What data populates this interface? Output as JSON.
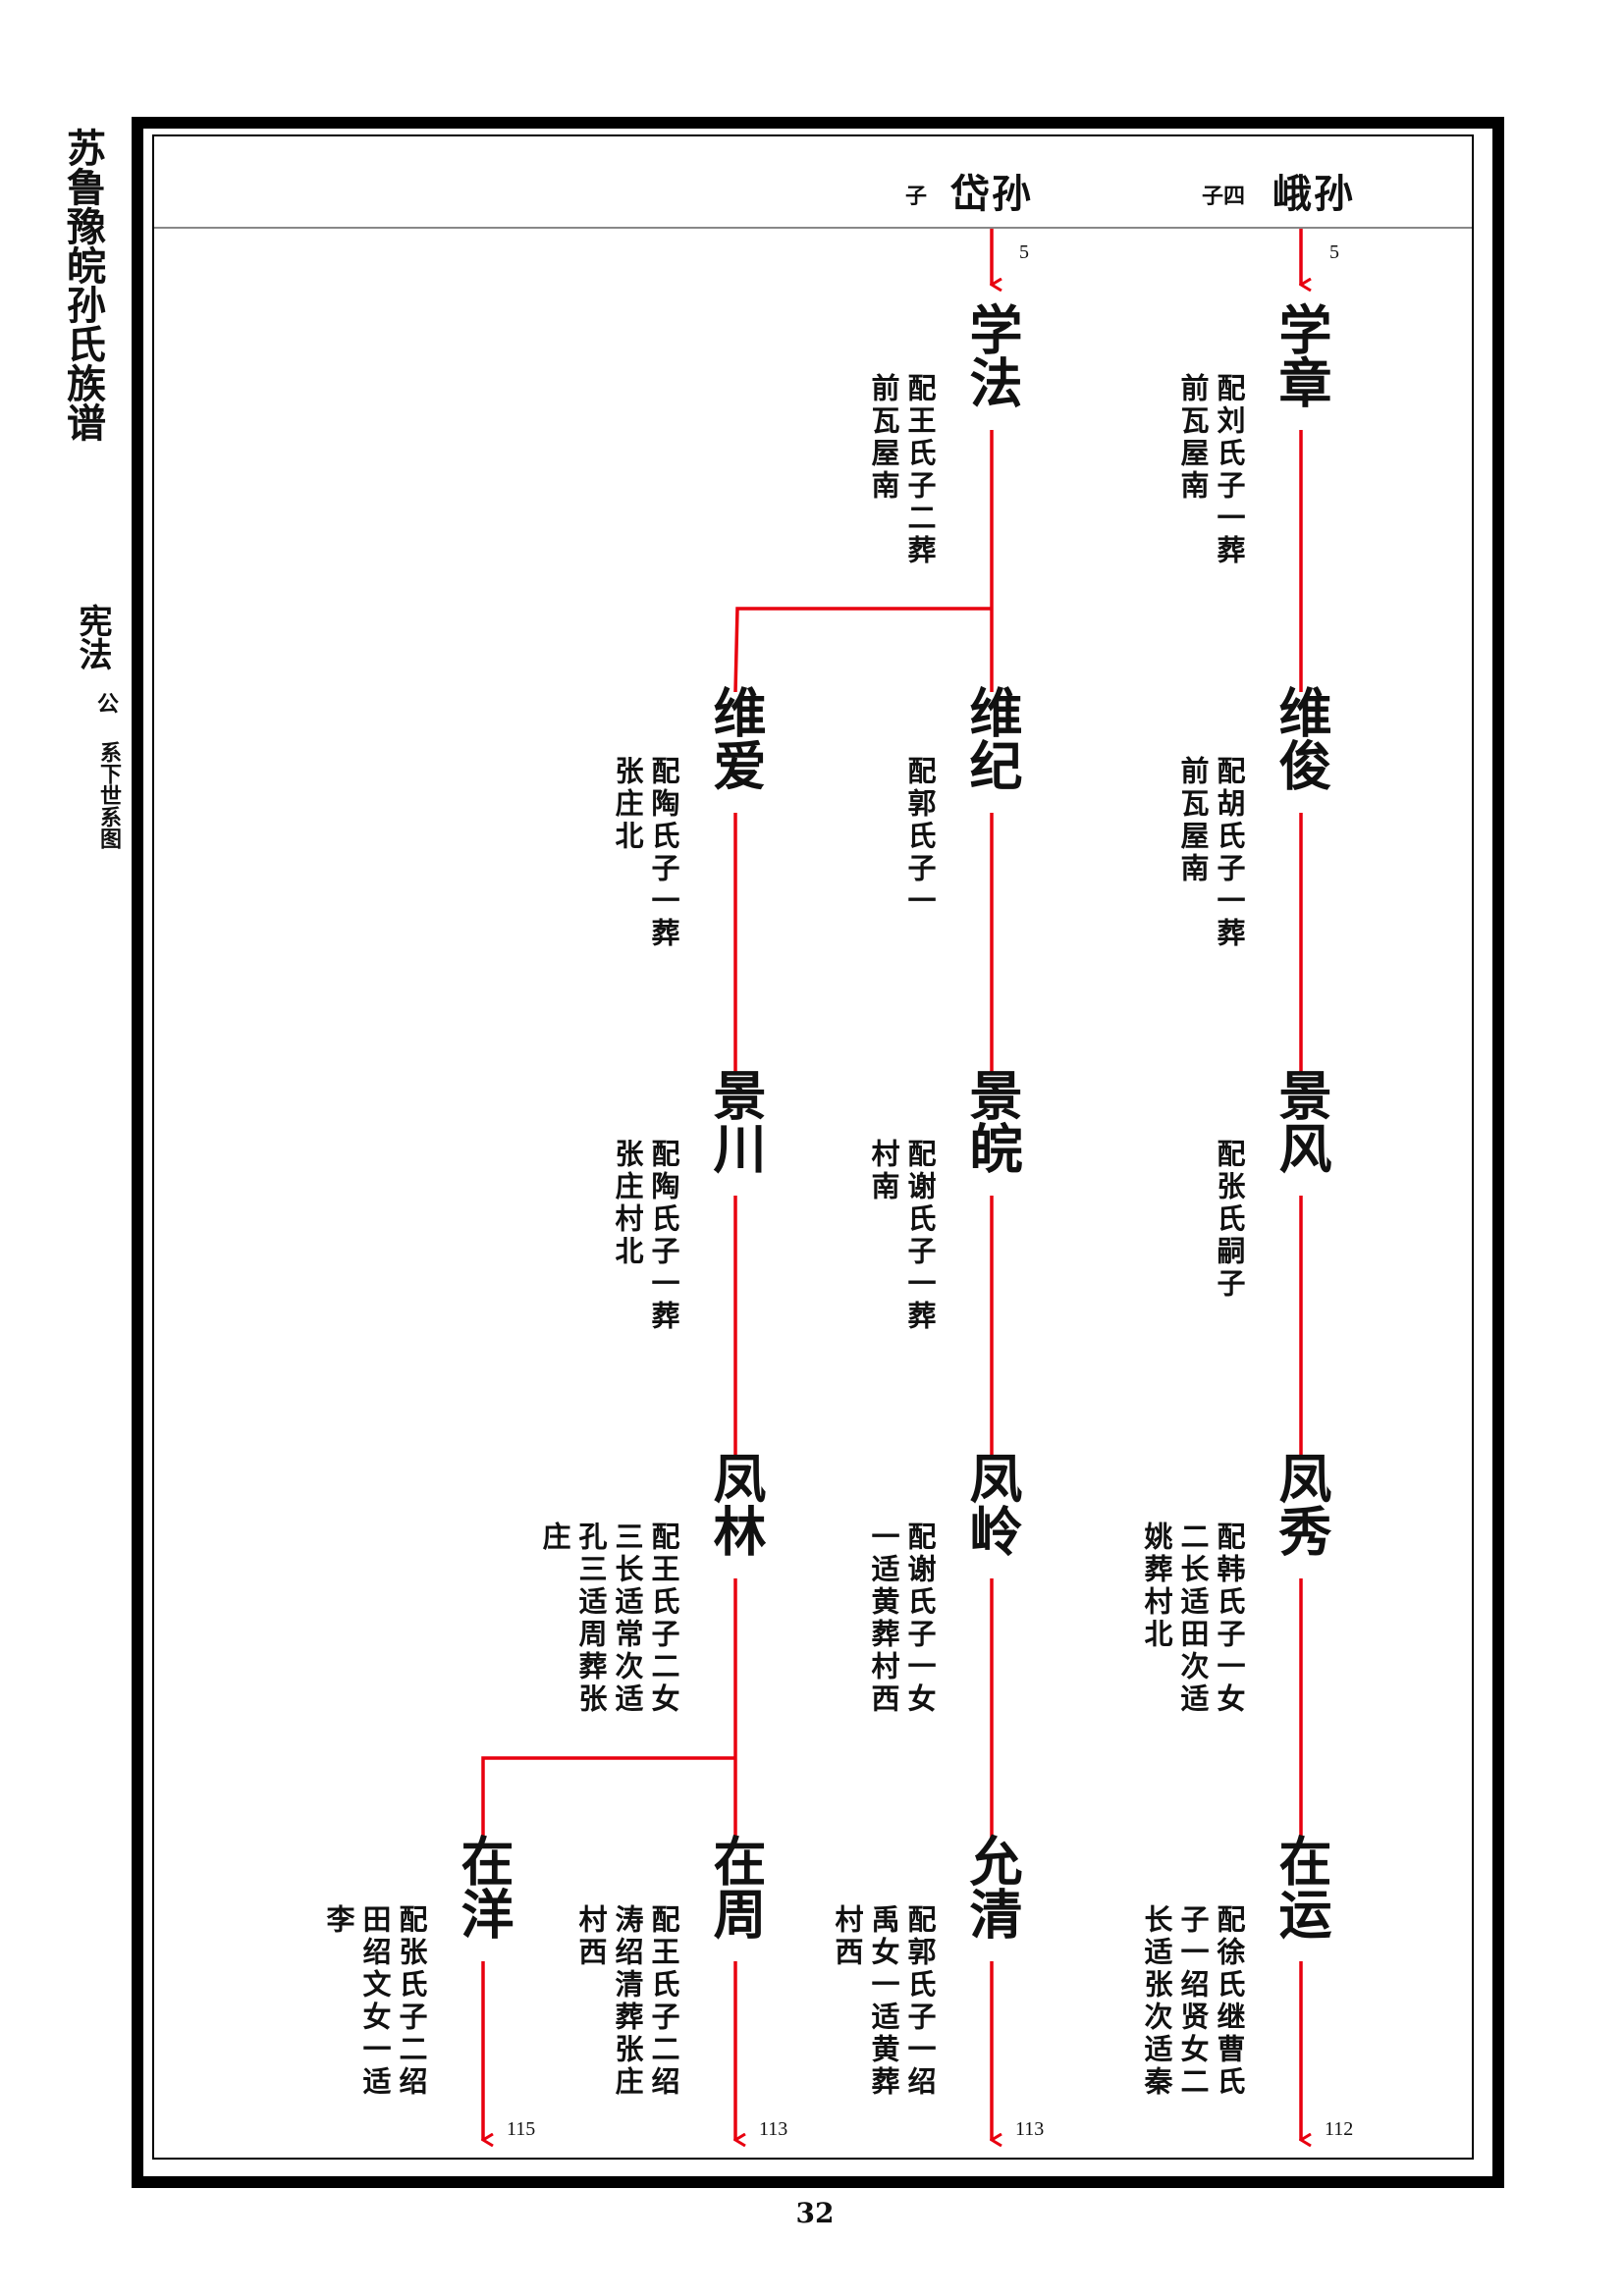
{
  "sidebar": {
    "title": "苏鲁豫皖孙氏族谱",
    "branch": "宪法",
    "gong": "公",
    "desc": "系下世系图"
  },
  "header": [
    {
      "name": "岱孙",
      "note": "子"
    },
    {
      "name": "峨孙",
      "note": "子四"
    }
  ],
  "ref_top": [
    "5",
    "5"
  ],
  "nodes": {
    "xuefa": {
      "name": "学法",
      "note": [
        "配王氏子二葬",
        "前瓦屋南"
      ]
    },
    "xuezhang": {
      "name": "学章",
      "note": [
        "配刘氏子一葬",
        "前瓦屋南"
      ]
    },
    "weiai": {
      "name": "维爱",
      "note": [
        "配陶氏子一葬",
        "张庄北"
      ]
    },
    "weiji": {
      "name": "维纪",
      "note": [
        "配郭氏子一"
      ]
    },
    "weijun": {
      "name": "维俊",
      "note": [
        "配胡氏子一葬",
        "前瓦屋南"
      ]
    },
    "jingchuan": {
      "name": "景川",
      "note": [
        "配陶氏子一葬",
        "张庄村北"
      ]
    },
    "jingwan": {
      "name": "景皖",
      "note": [
        "配谢氏子一葬",
        "村南"
      ]
    },
    "jingfeng": {
      "name": "景风",
      "note": [
        "配张氏嗣子"
      ]
    },
    "fenglin": {
      "name": "凤林",
      "note": [
        "配王氏子二女",
        "三长适常次适",
        "孔三适周葬张",
        "庄"
      ]
    },
    "fengling": {
      "name": "凤岭",
      "note": [
        "配谢氏子一女",
        "一适黄葬村西"
      ]
    },
    "fengxiu": {
      "name": "凤秀",
      "note": [
        "配韩氏子一女",
        "二长适田次适",
        "姚葬村北"
      ]
    },
    "zaiyang": {
      "name": "在洋",
      "note": [
        "配张氏子二绍",
        "田绍文女一适",
        "李"
      ]
    },
    "zaizhou": {
      "name": "在周",
      "note": [
        "配王氏子二绍",
        "涛绍清葬张庄",
        "村西"
      ]
    },
    "yunqing": {
      "name": "允清",
      "note": [
        "配郭氏子一绍",
        "禹女一适黄葬",
        "村西"
      ]
    },
    "zaiyun": {
      "name": "在运",
      "note": [
        "配徐氏继曹氏",
        "子一绍贤女二",
        "长适张次适秦"
      ]
    }
  },
  "ref_bottom": [
    "115",
    "113",
    "113",
    "112"
  ],
  "page_number": "32",
  "colors": {
    "line": "#e8000f",
    "border": "#000000"
  }
}
